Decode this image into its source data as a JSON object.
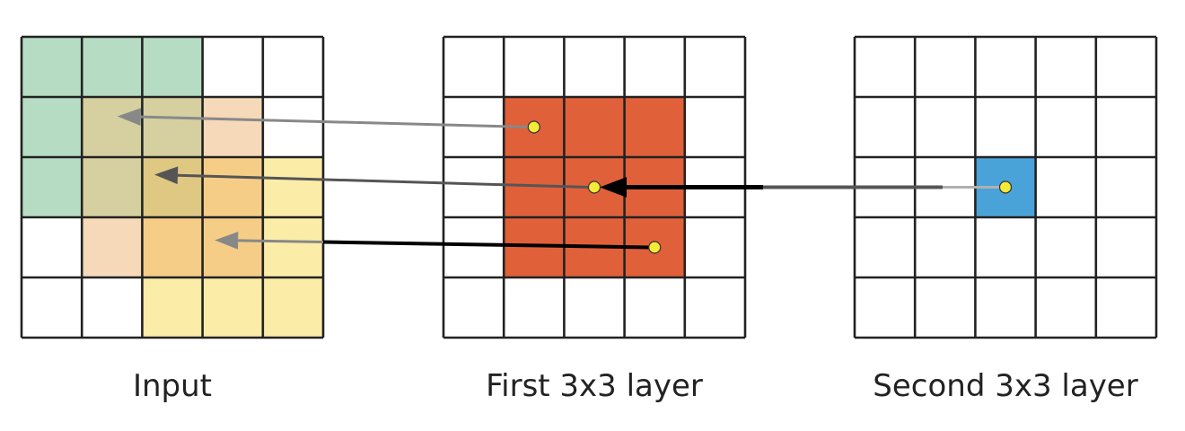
{
  "labels": {
    "input": "Input",
    "first_layer": "First 3x3 layer",
    "second_layer": "Second 3x3 layer"
  },
  "grid": {
    "rows": 5,
    "cols": 5
  },
  "colors": {
    "line": "#222222",
    "input_green": "#b7dcc4",
    "input_peach": "#f5d9b8",
    "input_yellow": "#fbeca8",
    "input_green_peach": "#d6d0a0",
    "input_green_peach_yellow": "#dfc882",
    "input_peach_yellow": "#f6cd86",
    "first_layer_fill": "#e0603a",
    "second_layer_fill": "#4aa3d8",
    "dot": "#f5ea3a",
    "arrow_thin": "#888888",
    "arrow_thick": "#000000"
  },
  "regions": {
    "input_green": {
      "rows": [
        0,
        2
      ],
      "cols": [
        0,
        2
      ]
    },
    "input_peach": {
      "rows": [
        1,
        3
      ],
      "cols": [
        1,
        3
      ]
    },
    "input_yellow": {
      "rows": [
        2,
        4
      ],
      "cols": [
        2,
        4
      ]
    },
    "first_layer": {
      "rows": [
        1,
        3
      ],
      "cols": [
        1,
        3
      ]
    },
    "second_layer": {
      "rows": [
        2,
        2
      ],
      "cols": [
        2,
        2
      ]
    }
  }
}
